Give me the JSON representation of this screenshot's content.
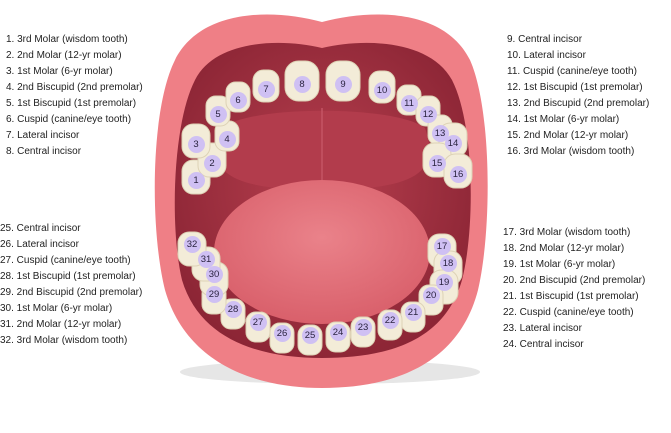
{
  "upper_right_labels": [
    "1. 3rd Molar (wisdom tooth)",
    "2. 2nd Molar (12-yr molar)",
    "3. 1st Molar (6-yr molar)",
    "4. 2nd Biscupid (2nd premolar)",
    "5. 1st Biscupid (1st premolar)",
    "6. Cuspid (canine/eye tooth)",
    "7. Lateral incisor",
    "8. Central incisor"
  ],
  "upper_left_labels": [
    "9. Central incisor",
    "10. Lateral incisor",
    "11. Cuspid (canine/eye tooth)",
    "12. 1st Biscupid (1st premolar)",
    "13. 2nd Biscupid (2nd premolar)",
    "14. 1st Molar (6-yr molar)",
    "15. 2nd Molar (12-yr molar)",
    "16. 3rd Molar (wisdom tooth)"
  ],
  "lower_left_labels": [
    "17. 3rd Molar (wisdom tooth)",
    "18. 2nd Molar (12-yr molar)",
    "19. 1st Molar (6-yr molar)",
    "20. 2nd Biscupid (2nd premolar)",
    "21. 1st Biscupid (1st premolar)",
    "22. Cuspid (canine/eye tooth)",
    "23. Lateral incisor",
    "24. Central incisor"
  ],
  "lower_right_labels": [
    "25. Central incisor",
    "26. Lateral incisor",
    "27. Cuspid (canine/eye tooth)",
    "28. 1st Biscupid (1st premolar)",
    "29. 2nd Biscupid (2nd premolar)",
    "30. 1st Molar (6-yr molar)",
    "31. 2nd Molar (12-yr molar)",
    "32. 3rd Molar (wisdom tooth)"
  ],
  "tooth_numbers": [
    "1",
    "2",
    "3",
    "4",
    "5",
    "6",
    "7",
    "8",
    "9",
    "10",
    "11",
    "12",
    "13",
    "14",
    "15",
    "16",
    "17",
    "18",
    "19",
    "20",
    "21",
    "22",
    "23",
    "24",
    "25",
    "26",
    "27",
    "28",
    "29",
    "30",
    "31",
    "32"
  ],
  "colors": {
    "lip": "#ef7f86",
    "mouth": "#9e2f3e",
    "tongue": "#e2727b",
    "tooth": "#f3ecd8",
    "badge": "#cfc0f3"
  }
}
